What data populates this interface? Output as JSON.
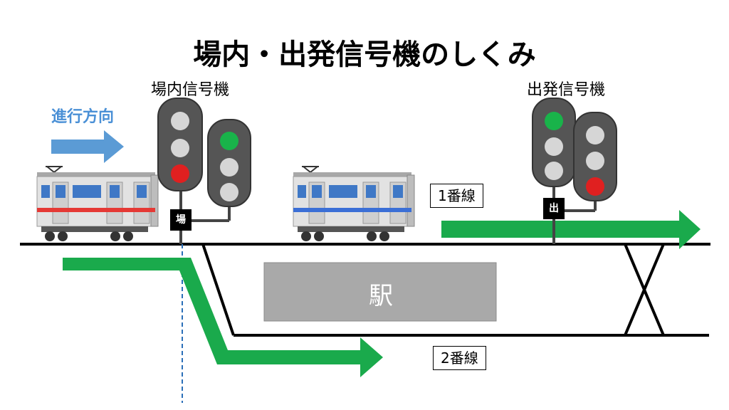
{
  "title": "場内・出発信号機のしくみ",
  "home_signal": {
    "label": "場内信号機",
    "tag": "場"
  },
  "starting_signal": {
    "label": "出発信号機",
    "tag": "出"
  },
  "direction": {
    "label": "進行方向"
  },
  "station": {
    "name": "駅"
  },
  "tracks": {
    "line1": "1番線",
    "line2": "2番線"
  },
  "colors": {
    "signal_green": "#19b34a",
    "signal_red": "#e02020",
    "signal_off": "#d6d6d6",
    "route_arrow": "#1aaa4c",
    "direction_arrow": "#5b9bd5",
    "train_stripe_1": "#e53935",
    "train_stripe_2": "#3b6fd6"
  }
}
